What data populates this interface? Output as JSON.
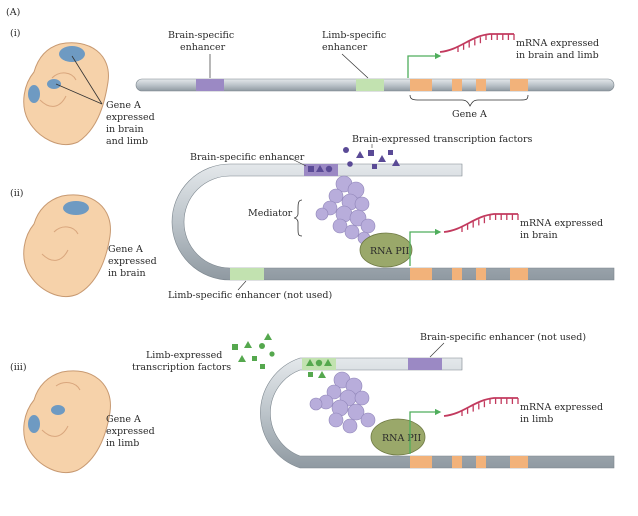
{
  "panel_label": "(A)",
  "colors": {
    "dna": "#bfc6cc",
    "dna_stroke": "#7c868e",
    "exon": "#f2b27a",
    "brain_enhancer": "#9b89c4",
    "limb_enhancer": "#c2e2b0",
    "mrna": "#c23a5e",
    "arrow": "#4fae5c",
    "mediator": "#b8addb",
    "rna_pol": "#9aa86a",
    "embryo": "#f6d2aa",
    "embryo_stroke": "#c89a72",
    "expression": "#5f93c4",
    "brain_tf": "#5a4a96",
    "limb_tf": "#55a84e"
  },
  "panels": [
    {
      "id": "i",
      "label": "(i)",
      "embryo_caption": [
        "Gene A",
        "expressed",
        "in brain",
        "and limb"
      ],
      "brain_enhancer_label": [
        "Brain-specific",
        "enhancer"
      ],
      "limb_enhancer_label": [
        "Limb-specific",
        "enhancer"
      ],
      "mrna_label": [
        "mRNA expressed",
        "in brain and limb"
      ],
      "gene_label": "Gene A"
    },
    {
      "id": "ii",
      "label": "(ii)",
      "embryo_caption": [
        "Gene A",
        "expressed",
        "in brain"
      ],
      "tf_label": "Brain-expressed transcription factors",
      "active_enhancer_label": "Brain-specific enhancer",
      "mediator_label": "Mediator",
      "rna_pol_label": "RNA PII",
      "unused_enhancer_label": "Limb-specific enhancer (not used)",
      "mrna_label": [
        "mRNA expressed",
        "in brain"
      ]
    },
    {
      "id": "iii",
      "label": "(iii)",
      "embryo_caption": [
        "Gene A",
        "expressed",
        "in limb"
      ],
      "tf_label": [
        "Limb-expressed",
        "transcription factors"
      ],
      "unused_enhancer_label": "Brain-specific enhancer (not used)",
      "rna_pol_label": "RNA PII",
      "mrna_label": [
        "mRNA expressed",
        "in limb"
      ]
    }
  ]
}
